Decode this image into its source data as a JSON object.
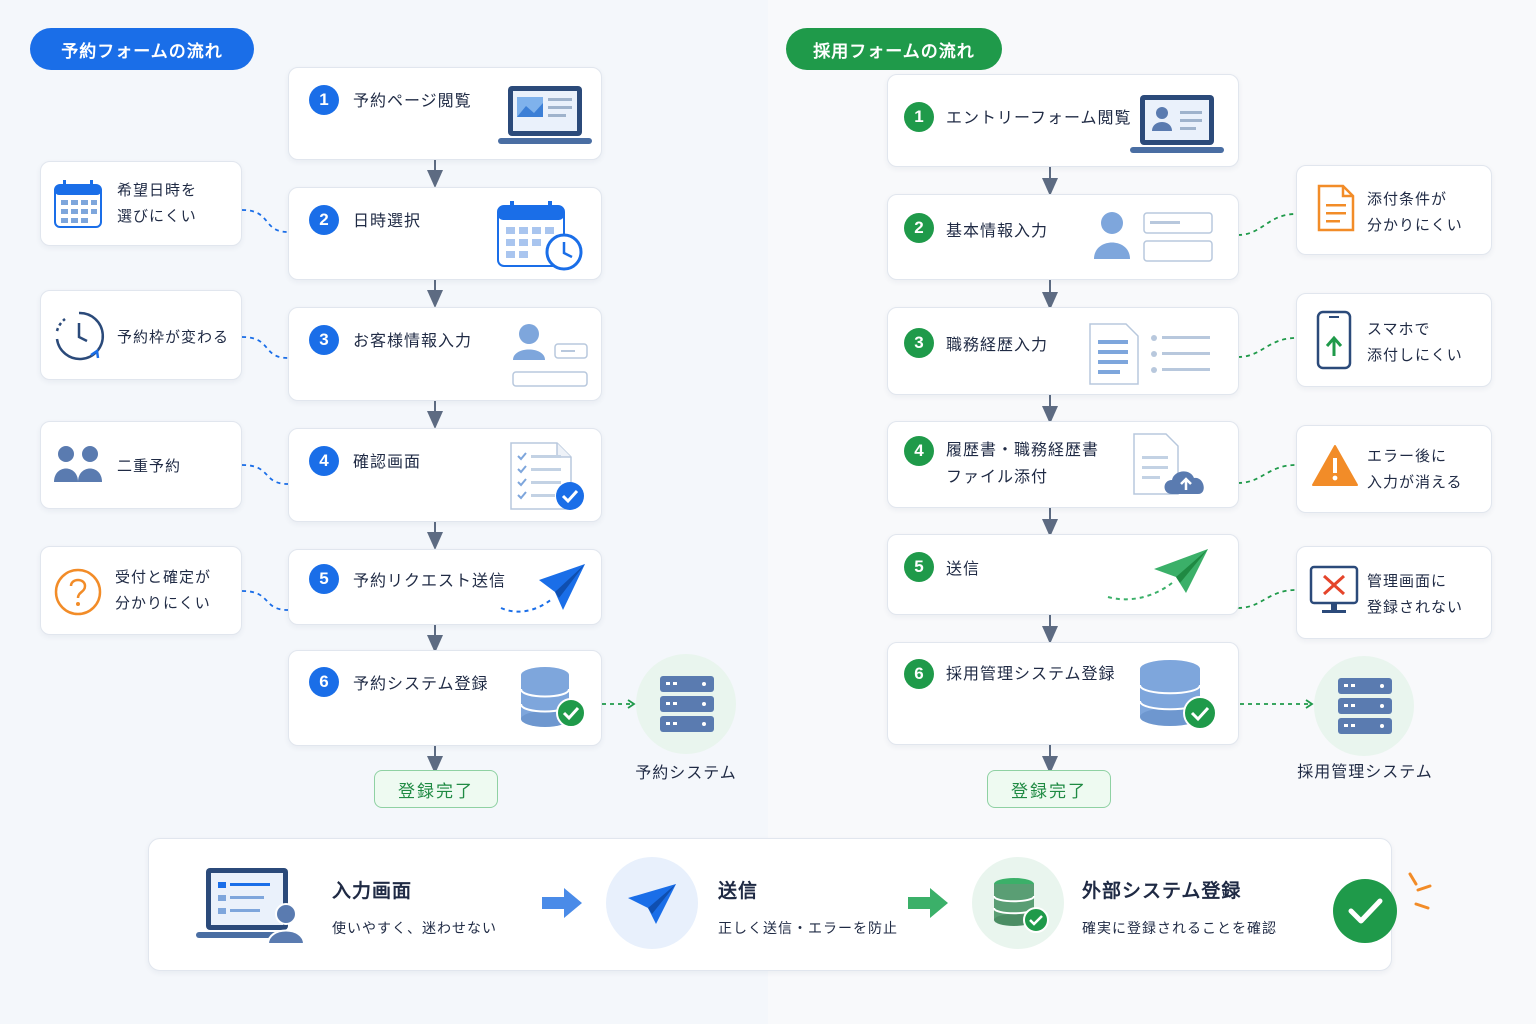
{
  "colors": {
    "blue": "#1a6ee8",
    "green": "#1f9a4a",
    "orange": "#f28c28"
  },
  "reservation": {
    "title": "予約フォームの流れ",
    "steps": [
      {
        "num": "1",
        "label": "予約ページ閲覧",
        "icon": "laptop-icon"
      },
      {
        "num": "2",
        "label": "日時選択",
        "icon": "calendar-clock-icon"
      },
      {
        "num": "3",
        "label": "お客様情報入力",
        "icon": "user-form-icon"
      },
      {
        "num": "4",
        "label": "確認画面",
        "icon": "checklist-icon"
      },
      {
        "num": "5",
        "label": "予約リクエスト送信",
        "icon": "paper-plane-icon"
      },
      {
        "num": "6",
        "label": "予約システム登録",
        "icon": "database-check-icon"
      }
    ],
    "issues": [
      {
        "line1": "希望日時を",
        "line2": "選びにくい",
        "icon": "calendar-icon"
      },
      {
        "line1": "予約枠が変わる",
        "line2": "",
        "icon": "clock-refresh-icon"
      },
      {
        "line1": "二重予約",
        "line2": "",
        "icon": "users-icon"
      },
      {
        "line1": "受付と確定が",
        "line2": "分かりにくい",
        "icon": "question-icon"
      }
    ],
    "done": "登録完了",
    "system": "予約システム"
  },
  "recruitment": {
    "title": "採用フォームの流れ",
    "steps": [
      {
        "num": "1",
        "label": "エントリーフォーム閲覧",
        "label2": "",
        "icon": "laptop-profile-icon"
      },
      {
        "num": "2",
        "label": "基本情報入力",
        "label2": "",
        "icon": "user-form-icon"
      },
      {
        "num": "3",
        "label": "職務経歴入力",
        "label2": "",
        "icon": "document-list-icon"
      },
      {
        "num": "4",
        "label": "履歴書・職務経歴書",
        "label2": "ファイル添付",
        "icon": "file-upload-icon"
      },
      {
        "num": "5",
        "label": "送信",
        "label2": "",
        "icon": "paper-plane-icon"
      },
      {
        "num": "6",
        "label": "採用管理システム登録",
        "label2": "",
        "icon": "database-check-icon"
      }
    ],
    "issues": [
      {
        "line1": "添付条件が",
        "line2": "分かりにくい",
        "icon": "document-icon"
      },
      {
        "line1": "スマホで",
        "line2": "添付しにくい",
        "icon": "smartphone-upload-icon"
      },
      {
        "line1": "エラー後に",
        "line2": "入力が消える",
        "icon": "warning-icon"
      },
      {
        "line1": "管理画面に",
        "line2": "登録されない",
        "icon": "monitor-error-icon"
      }
    ],
    "done": "登録完了",
    "system": "採用管理システム"
  },
  "summary": [
    {
      "title": "入力画面",
      "desc": "使いやすく、迷わせない",
      "icon": "laptop-user-icon"
    },
    {
      "title": "送信",
      "desc": "正しく送信・エラーを防止",
      "icon": "paper-plane-icon"
    },
    {
      "title": "外部システム登録",
      "desc": "確実に登録されることを確認",
      "icon": "database-check-icon"
    }
  ]
}
